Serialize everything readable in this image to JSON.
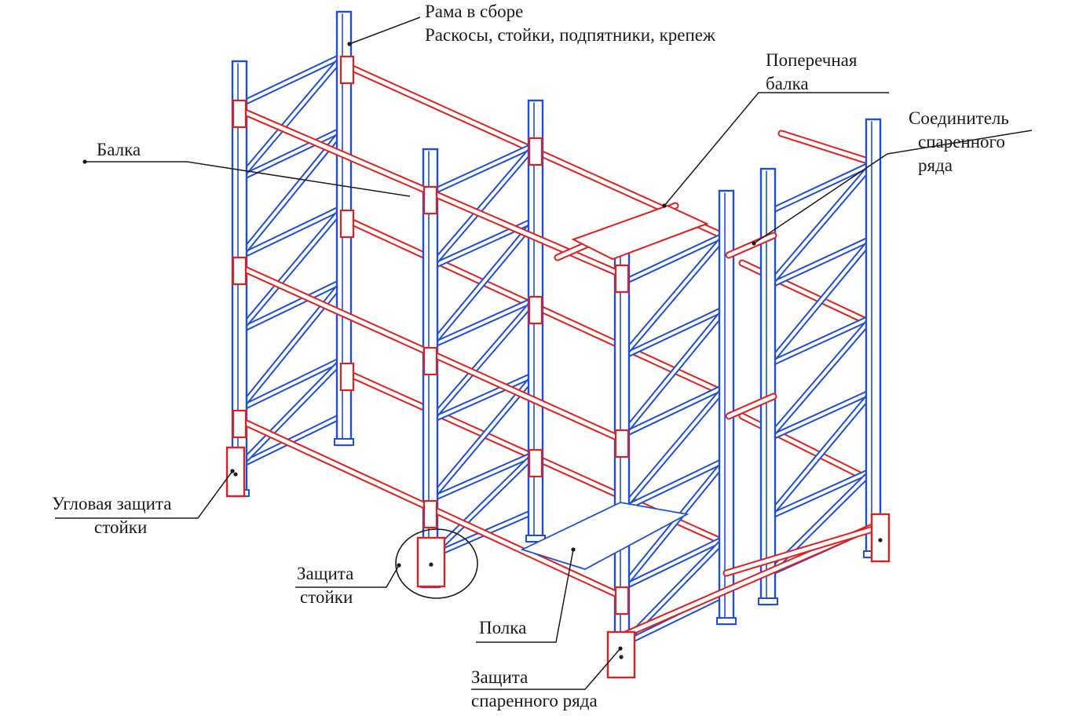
{
  "colors": {
    "frame": "#1f4fd6",
    "beam": "#e0201e",
    "leader": "#1a1a1a",
    "text": "#1a1a1a",
    "background": "#ffffff"
  },
  "labels": {
    "frame_assembled": {
      "line1": "Рама в сборе",
      "line2": "Раскосы, стойки, подпятники, крепеж"
    },
    "cross_beam": {
      "line1": "Поперечная",
      "line2": "балка"
    },
    "connector": {
      "line1": "Соединитель",
      "line2": "спаренного",
      "line3": "ряда"
    },
    "beam": {
      "line1": "Балка"
    },
    "corner_guard": {
      "line1": "Угловая защита",
      "line2": "стойки"
    },
    "upright_guard": {
      "line1": "Защита",
      "line2": "стойки"
    },
    "shelf": {
      "line1": "Полка"
    },
    "double_row_guard": {
      "line1": "Защита",
      "line2": "спаренного ряда"
    }
  }
}
